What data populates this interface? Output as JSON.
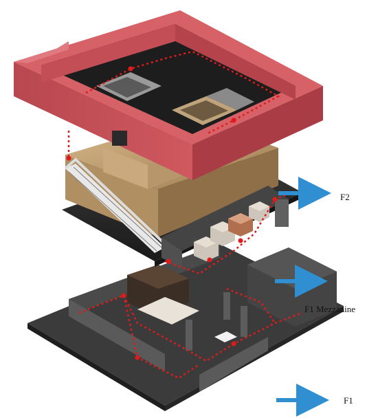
{
  "labels": {
    "f2": "F2",
    "f1_mezzanine": "F1 Mezzanine",
    "f1": "F1"
  },
  "colors": {
    "arrow": "#2f8fd0",
    "roof_wall": "#c9555c",
    "roof_top": "#d96a70",
    "wall_shadow": "#8e2f36",
    "dark_floor": "#2b2b2b",
    "wood": "#c8a67a",
    "route": "#e01b1b"
  },
  "icons": {
    "arrow": "right-arrow-icon"
  }
}
